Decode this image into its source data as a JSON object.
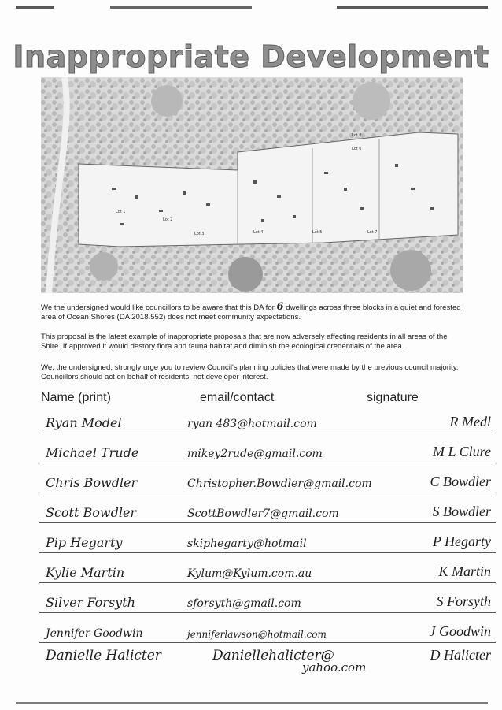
{
  "title": "Inappropriate Development",
  "site_plan": {
    "lot_labels": [
      "Lot 1",
      "Lot 2",
      "Lot 3",
      "Lot 4",
      "Lot 5",
      "Lot 6",
      "Lot 7",
      "Lot 8"
    ]
  },
  "paragraphs": {
    "p1_before": "We the undersigned would like councillors to be aware that this DA for ",
    "p1_number": "6",
    "p1_after": " dwellings across three blocks in a quiet and forested area of Ocean Shores (DA 2018.552) does not meet community expectations.",
    "p2": "This proposal is the latest example of inappropriate proposals that are now adversely affecting residents in all areas of the Shire. If approved it would destory flora and fauna habitat and diminish the ecological credentials of the area.",
    "p3": "We, the undersigned, strongly urge you to review Council's planning policies that were made by the previous council majority. Councillors should act on behalf of residents, not developer interest."
  },
  "columns": {
    "name": "Name (print)",
    "email": "email/contact",
    "signature": "signature"
  },
  "signatories": [
    {
      "name": "Ryan Model",
      "email": "ryan 483@hotmail.com",
      "signature": "R Medl"
    },
    {
      "name": "Michael Trude",
      "email": "mikey2rude@gmail.com",
      "signature": "M L Clure"
    },
    {
      "name": "Chris Bowdler",
      "email": "Christopher.Bowdler@gmail.com",
      "signature": "C Bowdler"
    },
    {
      "name": "Scott Bowdler",
      "email": "ScottBowdler7@gmail.com",
      "signature": "S Bowdler"
    },
    {
      "name": "Pip Hegarty",
      "email": "skiphegarty@hotmail",
      "signature": "P Hegarty"
    },
    {
      "name": "Kylie Martin",
      "email": "Kylum@Kylum.com.au",
      "signature": "K Martin"
    },
    {
      "name": "Silver Forsyth",
      "email": "sforsyth@gmail.com",
      "signature": "S Forsyth"
    },
    {
      "name": "Jennifer Goodwin",
      "email": "jenniferlawson@hotmail.com",
      "signature": "J Goodwin"
    },
    {
      "name": "Danielle Halicter",
      "email": "Daniellehalicter@",
      "email_line2": "yahoo.com",
      "signature": "D Halicter"
    }
  ]
}
